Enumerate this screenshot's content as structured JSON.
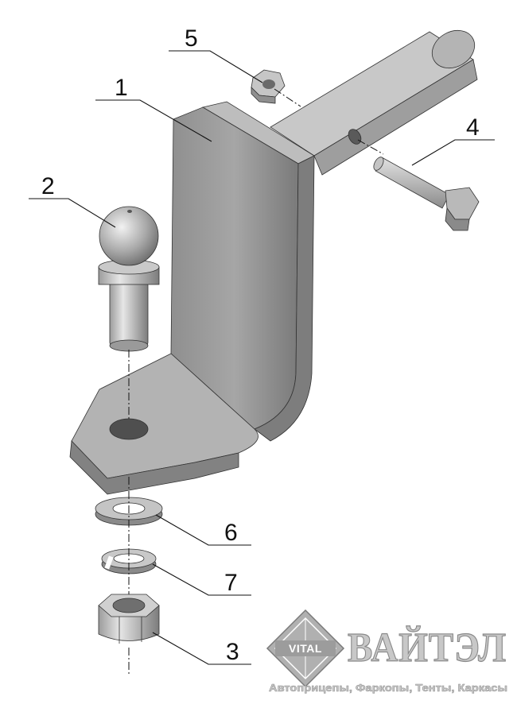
{
  "callouts": [
    {
      "id": "1",
      "label": "1"
    },
    {
      "id": "2",
      "label": "2"
    },
    {
      "id": "3",
      "label": "3"
    },
    {
      "id": "4",
      "label": "4"
    },
    {
      "id": "5",
      "label": "5"
    },
    {
      "id": "6",
      "label": "6"
    },
    {
      "id": "7",
      "label": "7"
    }
  ],
  "logo": {
    "emblem_text": "VITAL",
    "brand": "ВАЙТЭЛ",
    "tagline": "Автоприцепы, Фаркопы, Тенты, Каркасы"
  },
  "colors": {
    "metal_light": "#d8d8d8",
    "metal_mid": "#a9a9a9",
    "metal_dark": "#6f6f6f",
    "ink": "#111111"
  }
}
